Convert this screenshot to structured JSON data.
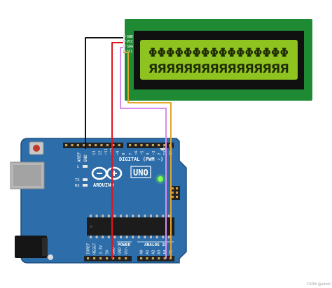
{
  "lcd": {
    "pins": [
      "GND",
      "VCC",
      "SDA",
      "SCL"
    ],
    "row1": "ΦΦΦΦΦΦΦΦΦΦΦΦΦΦΦΦ",
    "row2": "ЯЯЯЯЯЯЯЯЯЯЯЯЯЯЯЯ",
    "colors": {
      "pcb": "#1f8a34",
      "bezel": "#101010",
      "screen": "#8fc31f",
      "text": "#1f2b06"
    }
  },
  "board": {
    "brand": "ARDUINO",
    "model": "UNO",
    "digital_label": "DIGITAL (PWM ~)",
    "aref_label": "AREF",
    "gnd_label": "GND",
    "led_tx": "TX",
    "led_rx": "RX",
    "led_l": "L",
    "power_label": "POWER",
    "analog_label": "ANALOG IN",
    "digital_pins": [
      "13",
      "12",
      "~11",
      "~10",
      "~9",
      "8",
      "7",
      "~6",
      "~5",
      "4",
      "~3",
      "2",
      "TX→1",
      "RX←0"
    ],
    "power_pins": [
      "IOREF",
      "RESET",
      "3.3V",
      "5V",
      "GND",
      "GND",
      "Vin"
    ],
    "analog_pins": [
      "A0",
      "A1",
      "A2",
      "A3",
      "A4",
      "A5"
    ],
    "colors": {
      "board": "#2d6da9",
      "dark": "#1a4f80",
      "led_on": "#7dff4f"
    }
  },
  "wires": [
    {
      "id": "gnd",
      "color": "#111111"
    },
    {
      "id": "vcc",
      "color": "#e0141e"
    },
    {
      "id": "sda",
      "color": "#d98bf0"
    },
    {
      "id": "scl",
      "color": "#e3a52b"
    }
  ],
  "watermark": "CSDN @sinoh"
}
